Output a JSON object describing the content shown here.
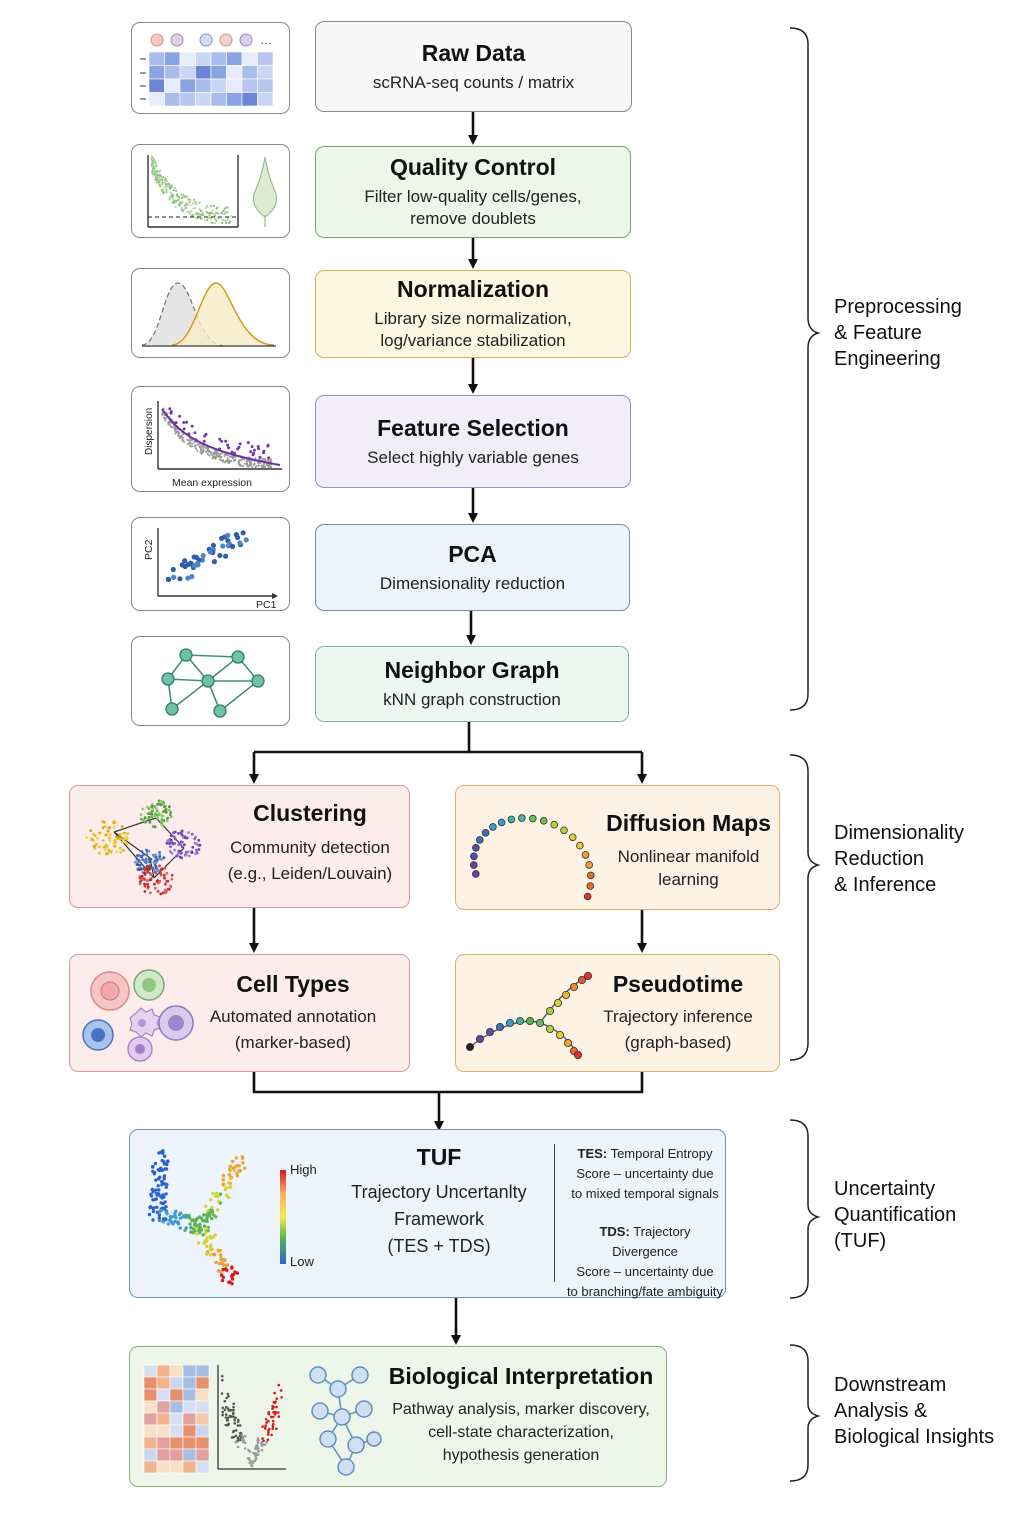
{
  "pipeline": {
    "raw_data": {
      "title": "Raw Data",
      "subtitle": "scRNA-seq counts / matrix"
    },
    "quality_control": {
      "title": "Quality Control",
      "subtitle": "Filter low-quality cells/genes,\nremove doublets"
    },
    "normalization": {
      "title": "Normalization",
      "subtitle": "Library size normalization,\nlog/variance stabilization"
    },
    "feature_selection": {
      "title": "Feature Selection",
      "subtitle": "Select highly variable genes"
    },
    "pca": {
      "title": "PCA",
      "subtitle": "Dimensionality reduction"
    },
    "neighbor_graph": {
      "title": "Neighbor Graph",
      "subtitle": "kNN graph construction"
    },
    "clustering": {
      "title": "Clustering",
      "subtitle": "Community detection\n(e.g., Leiden/Louvain)"
    },
    "diffusion_maps": {
      "title": "Diffusion Maps",
      "subtitle": "Nonlinear manifold\nlearning"
    },
    "cell_types": {
      "title": "Cell Types",
      "subtitle": "Automated annotation\n(marker-based)"
    },
    "pseudotime": {
      "title": "Pseudotime",
      "subtitle": "Trajectory inference\n(graph-based)"
    },
    "tuf": {
      "title": "TUF",
      "subtitle": "Trajectory Uncertanlty\nFramework\n(TES + TDS)",
      "legend_high": "High",
      "legend_low": "Low",
      "tes_label": "TES:",
      "tes_text": "Temporal Entropy\nScore – uncertainty due\nto mixed temporal signals",
      "tds_label": "TDS:",
      "tds_text": "Trajectory Divergence\nScore – uncertainty due\nto branching/fate ambiguity"
    },
    "biological_interpretation": {
      "title": "Biological Interpretation",
      "subtitle": "Pathway analysis, marker discovery,\ncell-state characterization,\nhypothesis generation"
    }
  },
  "thumbnails": {
    "feature_selection_xlabel": "Mean expression",
    "feature_selection_ylabel": "Dispersion",
    "pca_xlabel": "PC1",
    "pca_ylabel": "PC2"
  },
  "stages": [
    {
      "label": "Preprocessing\n& Feature\nEngineering"
    },
    {
      "label": "Dimensionality\nReduction\n& Inference"
    },
    {
      "label": "Uncertainty\nQuantification\n(TUF)"
    },
    {
      "label": "Downstream\nAnalysis &\nBiological Insights"
    }
  ],
  "colors": {
    "raw": "#f7f7f7",
    "qc": "#eef6e8",
    "qc_border": "#7aa86a",
    "norm": "#fdf6e1",
    "norm_border": "#d6b15a",
    "feat": "#f1edf9",
    "feat_border": "#9b8bc9",
    "pca": "#edf3fa",
    "pca_border": "#6f8fb5",
    "graph": "#edf7f2",
    "graph_border": "#7fb59d",
    "pink": "#fcecec",
    "pink_border": "#d99a9a",
    "orange": "#fdf2e4",
    "orange_border": "#e3ad6d",
    "tuf": "#eef4fb",
    "tuf_border": "#6d93c4",
    "bio": "#eef6e9",
    "bio_border": "#85b07a"
  }
}
